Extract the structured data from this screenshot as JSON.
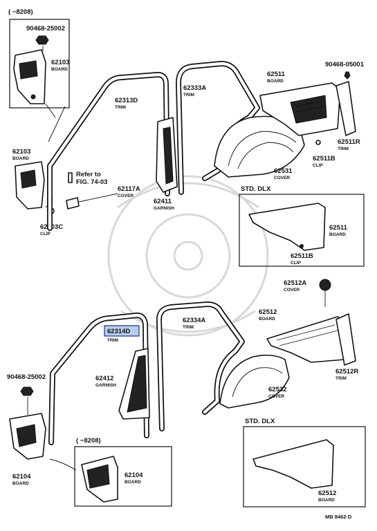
{
  "top": {
    "inset_range": "( −8208)",
    "inset_clip_pn": "90468-25002",
    "inset_board_pn": "62103",
    "inset_board_desc": "BOARD",
    "board_pn": "62103",
    "board_desc": "BOARD",
    "clip_pn": "62103C",
    "clip_desc": "CLIP",
    "refer_line1": "Refer to",
    "refer_line2": "FIG. 74-03",
    "cover_pn": "62117A",
    "cover_desc": "COVER",
    "trim_d_pn": "62313D",
    "trim_d_desc": "TRIM",
    "garnish_pn": "62411",
    "garnish_desc": "GARNISH",
    "trim_a_pn": "62333A",
    "trim_a_desc": "TRIM",
    "board_r_pn": "62511",
    "board_r_desc": "BOARD",
    "clip_r_pn": "90468-05001",
    "trim_r_pn": "62511R",
    "trim_r_desc": "TRIM",
    "clip_b_pn": "62511B",
    "clip_b_desc": "CLIP",
    "cover_wh_pn": "62531",
    "cover_wh_desc": "COVER",
    "std_label": "STD. DLX",
    "std_board_pn": "62511",
    "std_board_desc": "BOARD",
    "std_clip_pn": "62511B",
    "std_clip_desc": "CLIP"
  },
  "bottom": {
    "cover_a_pn": "62512A",
    "cover_a_desc": "COVER",
    "board_pn": "62512",
    "board_desc": "BOARD",
    "trim_r_pn": "62512R",
    "trim_r_desc": "TRIM",
    "cover_wh_pn": "62532",
    "cover_wh_desc": "COVER",
    "trim_d_pn": "62314D",
    "trim_d_desc": "TRIM",
    "trim_a_pn": "62334A",
    "trim_a_desc": "TRIM",
    "garnish_pn": "62412",
    "garnish_desc": "GARNISH",
    "clip_pn": "90468-25002",
    "board_l_pn": "62104",
    "board_l_desc": "BOARD",
    "inset_range": "( −8208)",
    "inset_board_pn": "62104",
    "inset_board_desc": "BOARD",
    "std_label": "STD. DLX",
    "std_board_pn": "62512",
    "std_board_desc": "BOARD"
  },
  "footer": {
    "code": "MB  8462·D"
  },
  "colors": {
    "highlight": "#b9cdea",
    "ink": "#111111"
  }
}
